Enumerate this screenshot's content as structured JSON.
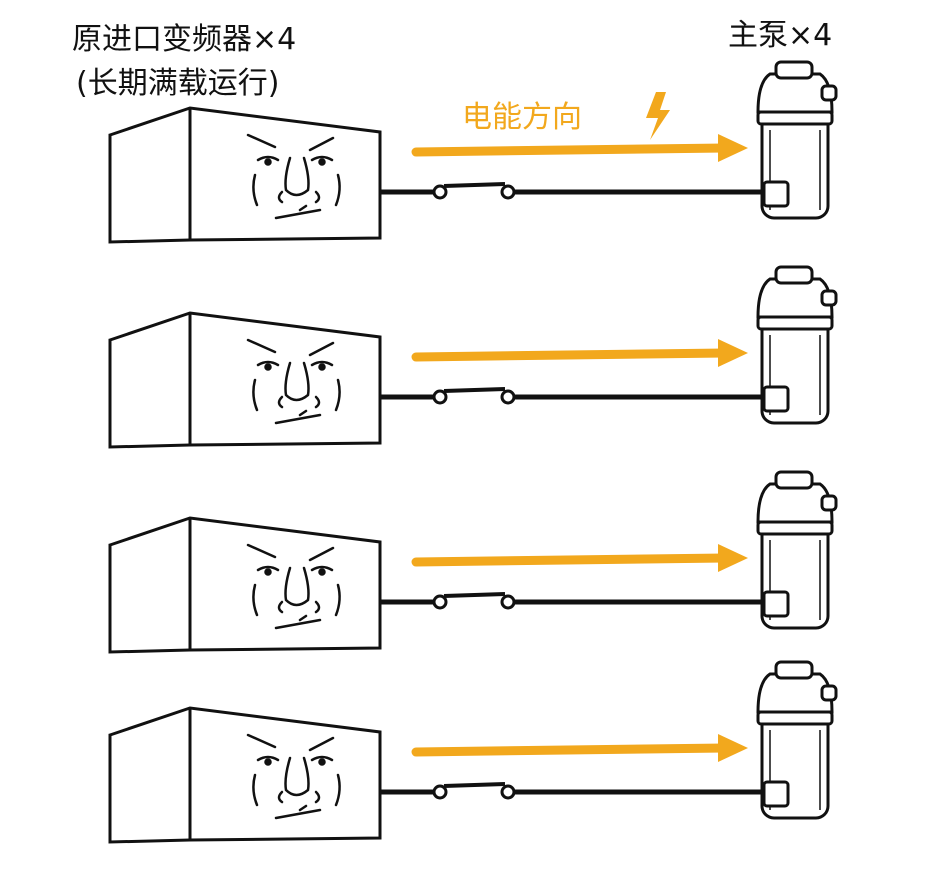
{
  "labels": {
    "inverter_title": "原进口变频器×4",
    "inverter_note": "(长期满载运行)",
    "pump_title": "主泵×4",
    "energy_direction": "电能方向"
  },
  "rows": 4,
  "colors": {
    "arrow": "#f2a81d",
    "line": "#111111"
  }
}
